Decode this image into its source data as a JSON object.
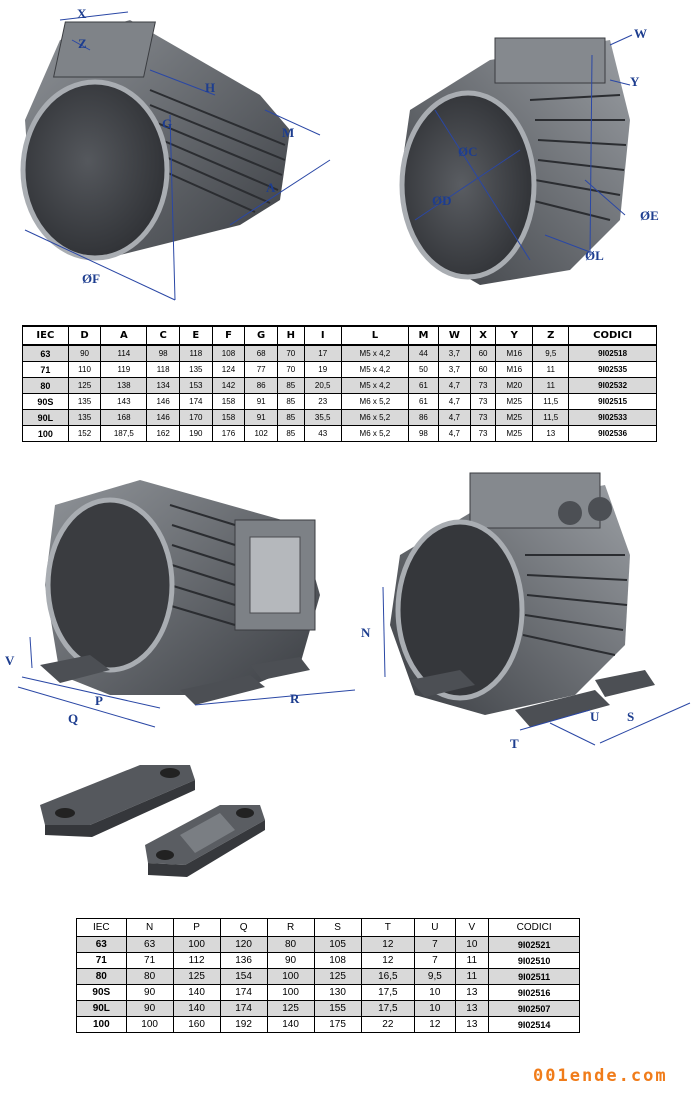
{
  "labels_top_left": {
    "x": "X",
    "z": "Z",
    "h": "H",
    "g": "G",
    "m": "M",
    "a": "A",
    "f": "ØF"
  },
  "labels_top_right": {
    "w": "W",
    "y": "Y",
    "c": "ØC",
    "d": "ØD",
    "e": "ØE",
    "l": "ØL"
  },
  "labels_bottom_left": {
    "v": "V",
    "p": "P",
    "q": "Q",
    "r": "R"
  },
  "labels_bottom_right": {
    "n": "N",
    "s": "S",
    "t": "T",
    "u": "U"
  },
  "table1": {
    "headers": [
      "IEC",
      "D",
      "A",
      "C",
      "E",
      "F",
      "G",
      "H",
      "I",
      "L",
      "M",
      "W",
      "X",
      "Y",
      "Z",
      "CODICI"
    ],
    "rows": [
      [
        "63",
        "90",
        "114",
        "98",
        "118",
        "108",
        "68",
        "70",
        "17",
        "M5 x 4,2",
        "44",
        "3,7",
        "60",
        "M16",
        "9,5",
        "9I02518"
      ],
      [
        "71",
        "110",
        "119",
        "118",
        "135",
        "124",
        "77",
        "70",
        "19",
        "M5 x 4,2",
        "50",
        "3,7",
        "60",
        "M16",
        "11",
        "9I02535"
      ],
      [
        "80",
        "125",
        "138",
        "134",
        "153",
        "142",
        "86",
        "85",
        "20,5",
        "M5 x 4,2",
        "61",
        "4,7",
        "73",
        "M20",
        "11",
        "9I02532"
      ],
      [
        "90S",
        "135",
        "143",
        "146",
        "174",
        "158",
        "91",
        "85",
        "23",
        "M6 x 5,2",
        "61",
        "4,7",
        "73",
        "M25",
        "11,5",
        "9I02515"
      ],
      [
        "90L",
        "135",
        "168",
        "146",
        "170",
        "158",
        "91",
        "85",
        "35,5",
        "M6 x 5,2",
        "86",
        "4,7",
        "73",
        "M25",
        "11,5",
        "9I02533"
      ],
      [
        "100",
        "152",
        "187,5",
        "162",
        "190",
        "176",
        "102",
        "85",
        "43",
        "M6 x 5,2",
        "98",
        "4,7",
        "73",
        "M25",
        "13",
        "9I02536"
      ]
    ]
  },
  "table2": {
    "headers": [
      "IEC",
      "N",
      "P",
      "Q",
      "R",
      "S",
      "T",
      "U",
      "V",
      "CODICI"
    ],
    "rows": [
      [
        "63",
        "63",
        "100",
        "120",
        "80",
        "105",
        "12",
        "7",
        "10",
        "9I02521"
      ],
      [
        "71",
        "71",
        "112",
        "136",
        "90",
        "108",
        "12",
        "7",
        "11",
        "9I02510"
      ],
      [
        "80",
        "80",
        "125",
        "154",
        "100",
        "125",
        "16,5",
        "9,5",
        "11",
        "9I02511"
      ],
      [
        "90S",
        "90",
        "140",
        "174",
        "100",
        "130",
        "17,5",
        "10",
        "13",
        "9I02516"
      ],
      [
        "90L",
        "90",
        "140",
        "174",
        "125",
        "155",
        "17,5",
        "10",
        "13",
        "9I02507"
      ],
      [
        "100",
        "100",
        "160",
        "192",
        "140",
        "175",
        "22",
        "12",
        "13",
        "9I02514"
      ]
    ]
  },
  "watermark": "001ende.com",
  "colors": {
    "accent_blue": "#1d3d8f",
    "row_shade": "#d9d9d9",
    "watermark": "#f07c1a",
    "metal_dark": "#4a4d52",
    "metal_light": "#9a9ea3"
  }
}
